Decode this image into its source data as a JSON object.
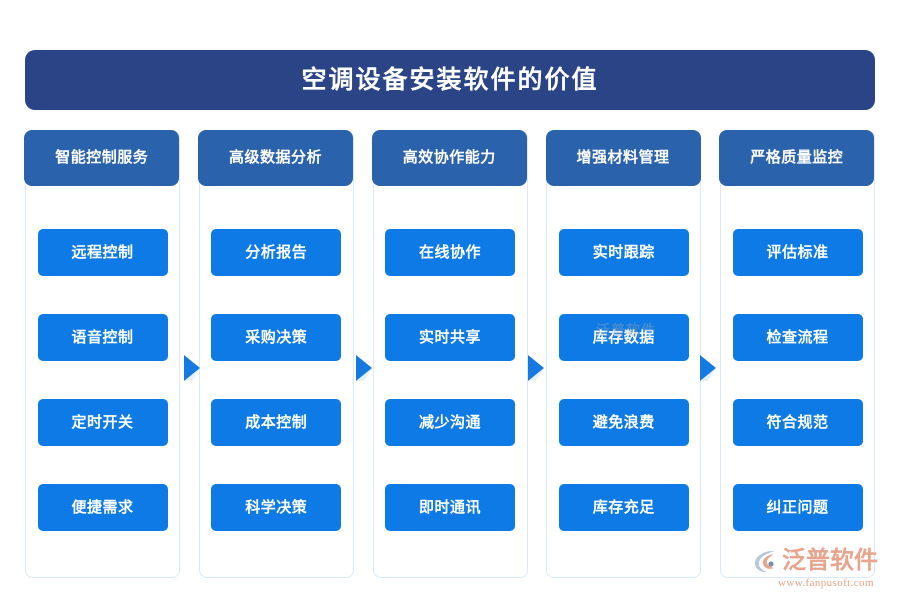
{
  "title": {
    "text": "空调设备安装软件的价值"
  },
  "colors": {
    "title_banner": "#2a4486",
    "column_header": "#2b62ac",
    "item_box": "#0d7ae5",
    "column_border": "#dbeafb",
    "arrow": "#1479e0",
    "brand": "#e8a48c",
    "background": "#ffffff"
  },
  "columns": [
    {
      "header": "智能控制服务",
      "items": [
        "远程控制",
        "语音控制",
        "定时开关",
        "便捷需求"
      ]
    },
    {
      "header": "高级数据分析",
      "items": [
        "分析报告",
        "采购决策",
        "成本控制",
        "科学决策"
      ]
    },
    {
      "header": "高效协作能力",
      "items": [
        "在线协作",
        "实时共享",
        "减少沟通",
        "即时通讯"
      ]
    },
    {
      "header": "增强材料管理",
      "items": [
        "实时跟踪",
        "库存数据",
        "避免浪费",
        "库存充足"
      ]
    },
    {
      "header": "严格质量监控",
      "items": [
        "评估标准",
        "检查流程",
        "符合规范",
        "纠正问题"
      ]
    }
  ],
  "arrows": [
    {
      "name": "arrow-col1-to-col2",
      "icon": "triangle-right-icon"
    },
    {
      "name": "arrow-col2-to-col3",
      "icon": "triangle-right-icon"
    },
    {
      "name": "arrow-col3-to-col4",
      "icon": "triangle-right-icon"
    },
    {
      "name": "arrow-col4-to-col5",
      "icon": "triangle-right-icon"
    }
  ],
  "watermark": {
    "text": "泛普软件"
  },
  "brand": {
    "name": "泛普软件",
    "url": "www.fanpusoft.com",
    "mark_icon": "fanpu-swoosh-logo-icon"
  }
}
